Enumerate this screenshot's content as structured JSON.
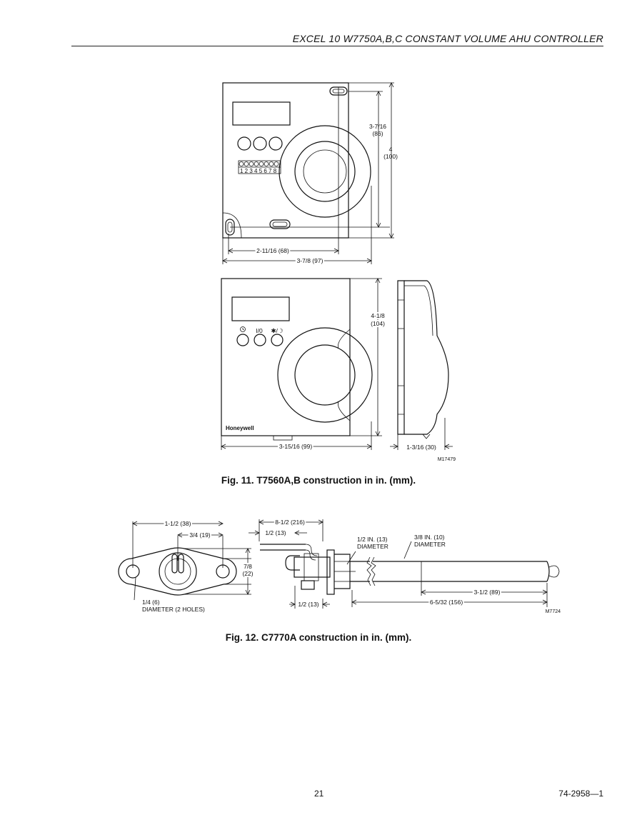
{
  "header": {
    "title": "EXCEL 10 W7750A,B,C CONSTANT VOLUME AHU CONTROLLER"
  },
  "fig11": {
    "top": {
      "dim_height_small": "3-7/16",
      "dim_height_small_mm": "(86)",
      "dim_height": "4",
      "dim_height_mm": "(100)",
      "dim_width_small": "2-11/16 (68)",
      "dim_width": "3-7/8 (97)",
      "terminal_numbers": "1 2 3 4 5 6 7 8"
    },
    "bottom": {
      "button_labels": [
        "I/0",
        "✱/☽"
      ],
      "brand": "Honeywell",
      "dim_height": "4-1/8",
      "dim_height_mm": "(104)",
      "dim_width": "3-15/16 (99)",
      "dim_depth": "1-3/16 (30)",
      "drawing_id": "M17479"
    },
    "caption": "Fig. 11. T7560A,B construction in in. (mm)."
  },
  "fig12": {
    "dims": {
      "flange_width": "1-1/2 (38)",
      "hole_spacing": "3/4 (19)",
      "flange_height": "7/8",
      "flange_height_mm": "(22)",
      "hole_dia": "1/4 (6)",
      "hole_dia_note": "DIAMETER (2 HOLES)",
      "total_length": "8-1/2 (216)",
      "lead_length": "1/2 (13)",
      "body_dia": "1/2 IN. (13)",
      "body_dia_note": "DIAMETER",
      "probe_dia": "3/8 IN. (10)",
      "probe_dia_note": "DIAMETER",
      "flange_depth": "1/2 (13)",
      "tip_length": "3-1/2 (89)",
      "probe_length": "6-5/32 (156)"
    },
    "drawing_id": "M7724",
    "caption": "Fig. 12. C7770A construction in in. (mm)."
  },
  "footer": {
    "page_number": "21",
    "doc_number": "74-2958—1"
  }
}
